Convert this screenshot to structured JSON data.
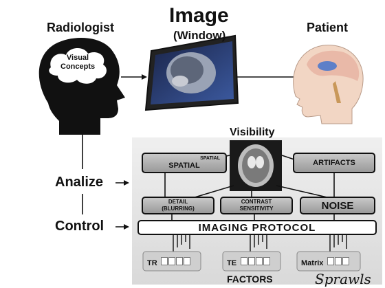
{
  "top": {
    "radiologist": "Radiologist",
    "visual_concepts": [
      "Visual",
      "Concepts"
    ],
    "image_title": "Image",
    "image_subtitle": "(Window)",
    "patient": "Patient"
  },
  "process": {
    "visibility": "Visibility",
    "analize": "Analize",
    "control": "Control",
    "arrow": "→"
  },
  "boxes": {
    "spatial_small": "SPATIAL",
    "spatial": "SPATIAL",
    "artifacts": "ARTIFACTS",
    "detail": [
      "DETAIL",
      "(BLURRING)"
    ],
    "contrast": [
      "CONTRAST",
      "SENSITIVITY"
    ],
    "noise": "NOISE",
    "protocol": "IMAGING PROTOCOL"
  },
  "factors": {
    "items": [
      "TR",
      "TE",
      "Matrix"
    ],
    "title": "FACTORS"
  },
  "signature": "Sprawls",
  "colors": {
    "ink": "#111111",
    "panel": "#e6e6e6",
    "box_gray": "#a8a8a8",
    "screen": "#2b3a66"
  }
}
